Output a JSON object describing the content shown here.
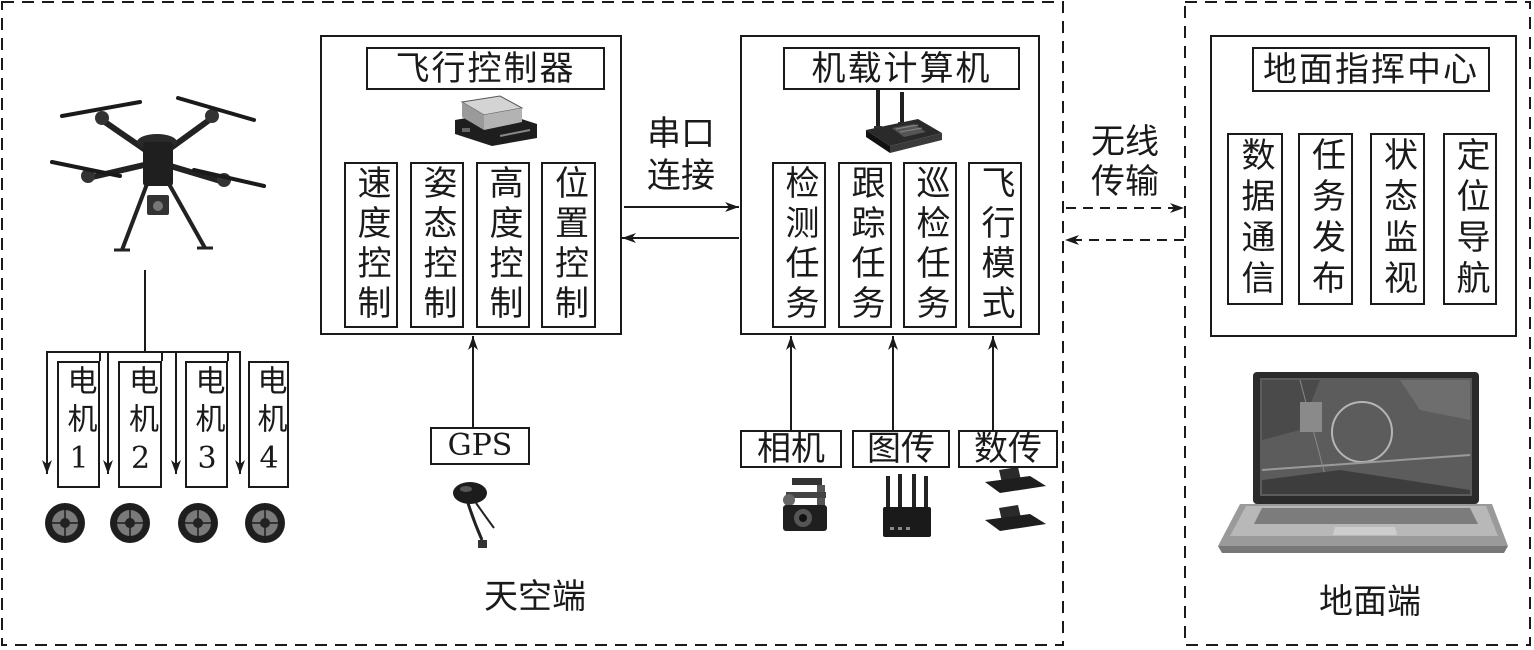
{
  "sections": {
    "air_side_label": "天空端",
    "ground_side_label": "地面端"
  },
  "flight_controller": {
    "title": "飞行控制器",
    "modules": [
      "速度控制",
      "姿态控制",
      "高度控制",
      "位置控制"
    ]
  },
  "onboard_computer": {
    "title": "机载计算机",
    "modules": [
      "检测任务",
      "跟踪任务",
      "巡检任务",
      "飞行模式"
    ]
  },
  "serial_link": {
    "line1": "串口",
    "line2": "连接"
  },
  "wireless_link": {
    "line1": "无线",
    "line2": "传输"
  },
  "ground_center": {
    "title": "地面指挥中心",
    "modules": [
      "数据通信",
      "任务发布",
      "状态监视",
      "定位导航"
    ]
  },
  "gps": {
    "label": "GPS"
  },
  "peripherals": {
    "camera": "相机",
    "image_transmission": "图传",
    "data_transmission": "数传"
  },
  "motors": [
    "电机1",
    "电机2",
    "电机3",
    "电机4"
  ],
  "icons": {
    "drone": "drone-icon",
    "flight_controller": "flight-controller-icon",
    "onboard_computer": "onboard-computer-icon",
    "gps_antenna": "gps-antenna-icon",
    "camera": "camera-gimbal-icon",
    "image_transmitter": "router-icon",
    "data_transmitter": "datalink-icon",
    "motor": "motor-icon",
    "laptop": "laptop-icon"
  },
  "colors": {
    "line": "#1a1a1a",
    "background": "#ffffff"
  }
}
